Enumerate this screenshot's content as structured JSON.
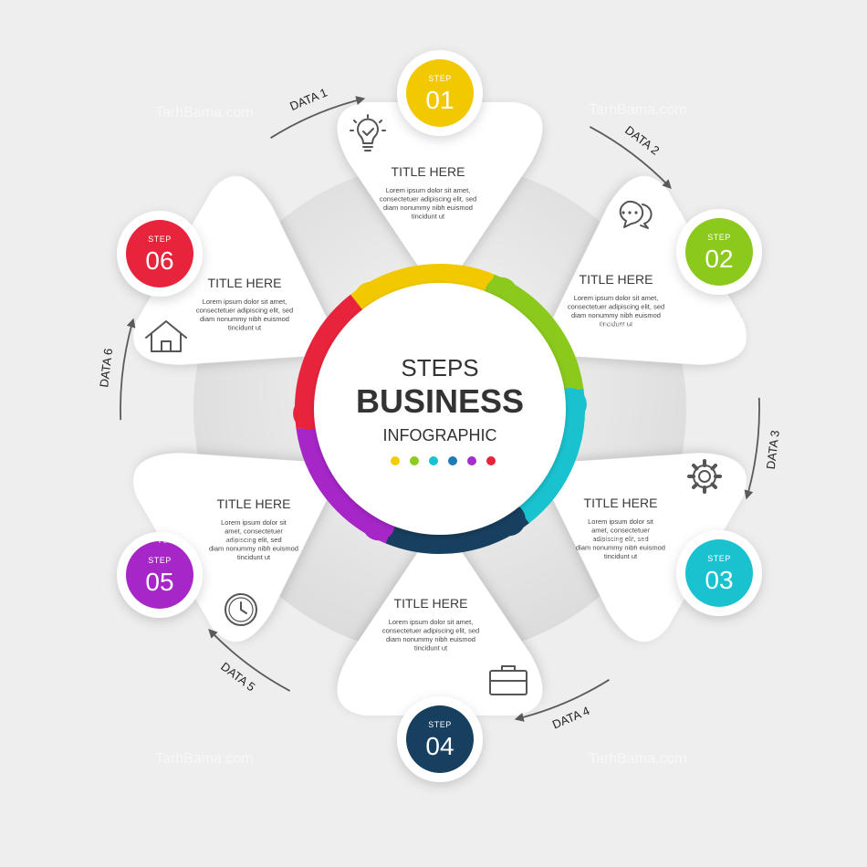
{
  "center": {
    "line1": "STEPS",
    "line2": "BUSINESS",
    "line3": "INFOGRAPHIC",
    "dot_colors": [
      "#f2cd00",
      "#8ccc1e",
      "#16c3d2",
      "#1f7ab8",
      "#a72ccc",
      "#e8243a"
    ]
  },
  "steps": [
    {
      "step_label": "STEP",
      "number": "01",
      "color": "#f2c800",
      "title": "TITLE HERE",
      "icon": "lightbulb-icon",
      "body": [
        "Lorem ipsum dolor sit amet,",
        "consectetuer adipiscing elit, sed",
        "diam nonummy nibh euismod",
        "tincidunt ut"
      ]
    },
    {
      "step_label": "STEP",
      "number": "02",
      "color": "#8bc91c",
      "title": "TITLE HERE",
      "icon": "chat-bubbles-icon",
      "body": [
        "Lorem ipsum dolor sit amet,",
        "consectetuer adipiscing elit, sed",
        "diam nonummy nibh euismod",
        "tincidunt ut"
      ]
    },
    {
      "step_label": "STEP",
      "number": "03",
      "color": "#19c2cf",
      "title": "TITLE HERE",
      "icon": "gear-icon",
      "body": [
        "Lorem ipsum dolor sit",
        "amet, consectetuer",
        "adipiscing elit, sed",
        "diam nonummy nibh euismod",
        "tincidunt ut"
      ]
    },
    {
      "step_label": "STEP",
      "number": "04",
      "color": "#173f5f",
      "title": "TITLE HERE",
      "icon": "briefcase-icon",
      "body": [
        "Lorem ipsum dolor sit amet,",
        "consectetuer adipiscing elit, sed",
        "diam nonummy nibh euismod",
        "tincidunt ut"
      ]
    },
    {
      "step_label": "STEP",
      "number": "05",
      "color": "#a626c8",
      "title": "TITLE HERE",
      "icon": "clock-icon",
      "body": [
        "Lorem ipsum dolor sit",
        "amet, consectetuer",
        "adipiscing elit, sed",
        "diam nonummy nibh euismod",
        "tincidunt ut"
      ]
    },
    {
      "step_label": "STEP",
      "number": "06",
      "color": "#e8243c",
      "title": "TITLE HERE",
      "icon": "house-icon",
      "body": [
        "Lorem ipsum dolor sit amet,",
        "consectetuer adipiscing elit, sed",
        "diam nonummy nibh euismod",
        "tincidunt ut"
      ]
    }
  ],
  "ring_colors": [
    "#f2c800",
    "#8bc91c",
    "#19c2cf",
    "#173f5f",
    "#a626c8",
    "#e8243c"
  ],
  "data_labels": [
    "DATA 1",
    "DATA 2",
    "DATA 3",
    "DATA 4",
    "DATA 5",
    "DATA 6"
  ],
  "watermark": "TarhBama.com",
  "colors": {
    "background": "#efeeee",
    "card": "#ffffff",
    "arrow": "#5a5a5a"
  }
}
